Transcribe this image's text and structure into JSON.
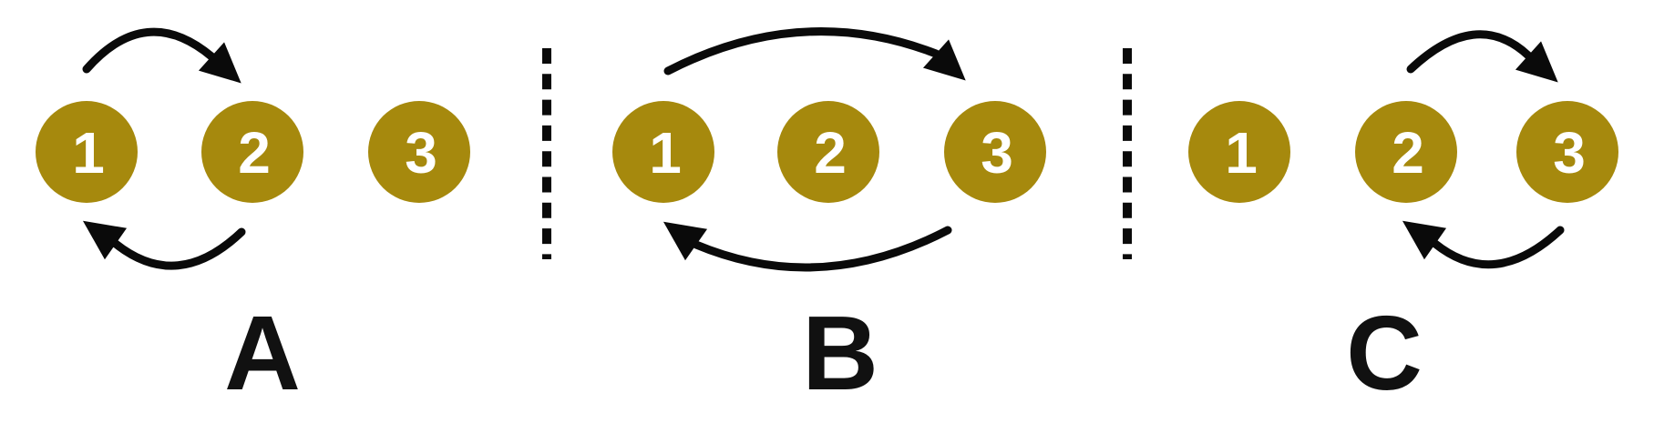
{
  "colors": {
    "background": "#FFFFFF",
    "node_fill": "#A6890D",
    "node_text": "#FFFFFF",
    "arrow": "#0A0A0A",
    "divider": "#0A0A0A",
    "label": "#111111"
  },
  "figure": {
    "panels": [
      {
        "label": "A",
        "nodes": [
          "1",
          "2",
          "3"
        ],
        "arrows": [
          {
            "from": "1",
            "to": "2",
            "path": "top-arc-right"
          },
          {
            "from": "2",
            "to": "1",
            "path": "bottom-arc-left"
          }
        ]
      },
      {
        "label": "B",
        "nodes": [
          "1",
          "2",
          "3"
        ],
        "arrows": [
          {
            "from": "1",
            "to": "3",
            "path": "top-arc-right"
          },
          {
            "from": "3",
            "to": "1",
            "path": "bottom-arc-left"
          }
        ]
      },
      {
        "label": "C",
        "nodes": [
          "1",
          "2",
          "3"
        ],
        "arrows": [
          {
            "from": "2",
            "to": "3",
            "path": "top-arc-right"
          },
          {
            "from": "3",
            "to": "2",
            "path": "bottom-arc-left"
          }
        ]
      }
    ]
  }
}
